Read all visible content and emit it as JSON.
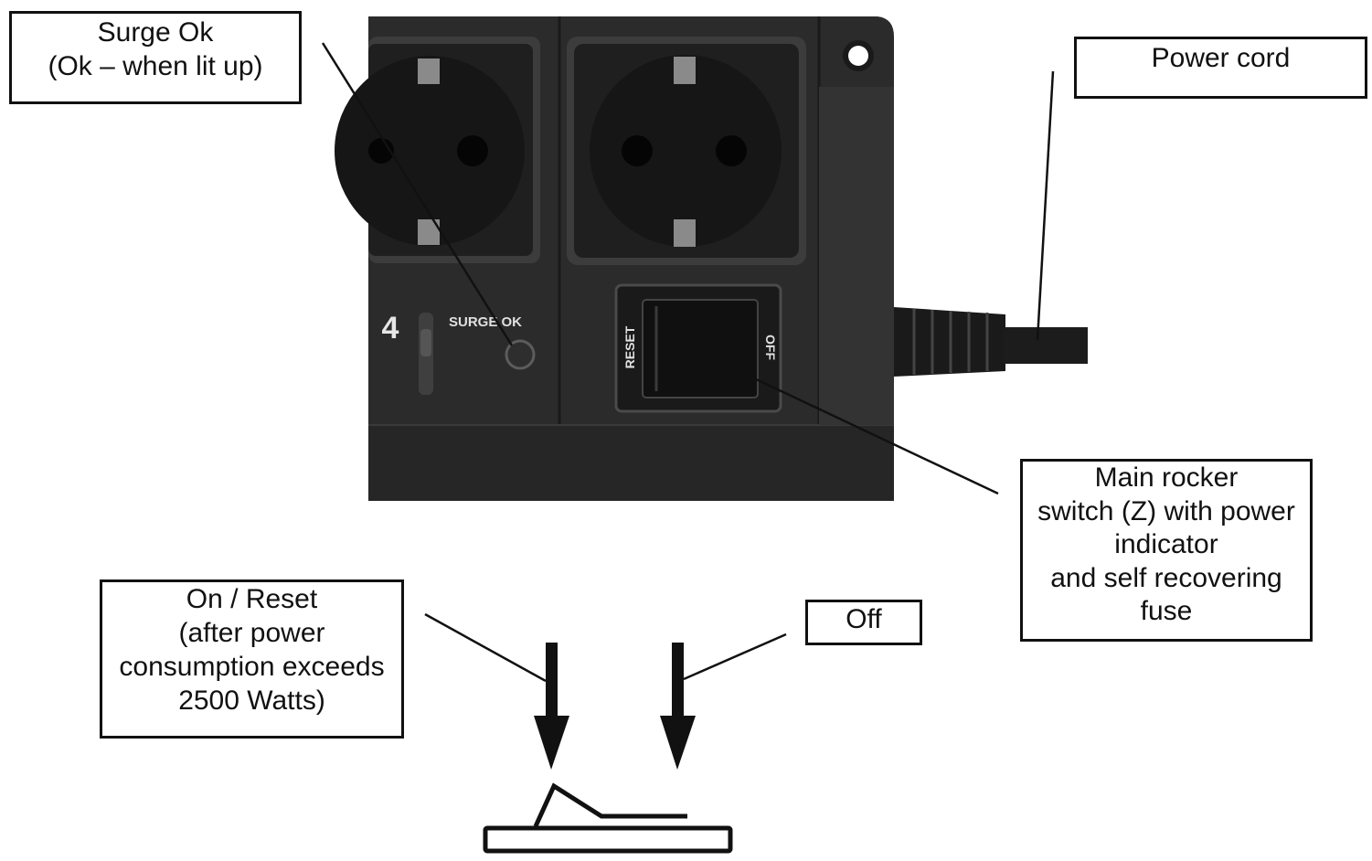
{
  "callouts": {
    "surge_ok": {
      "lines": [
        "Surge Ok",
        "(Ok – when lit up)"
      ]
    },
    "power_cord": {
      "lines": [
        "Power cord"
      ]
    },
    "main_switch": {
      "lines": [
        "Main rocker",
        "switch (Z) with power",
        "indicator",
        "and self recovering",
        "fuse"
      ]
    },
    "on_reset": {
      "lines": [
        "On / Reset",
        "(after power",
        "consumption exceeds",
        "2500 Watts)"
      ]
    },
    "off": {
      "lines": [
        "Off"
      ]
    }
  },
  "device_labels": {
    "outlet_number": "4",
    "surge_indicator": "SURGE OK",
    "switch_reset": "RESET",
    "switch_off": "OFF"
  },
  "colors": {
    "device_body": "#2a2a2a",
    "socket_face": "#1a1a1a",
    "socket_frame": "#3c3c3c",
    "line": "#111111"
  }
}
